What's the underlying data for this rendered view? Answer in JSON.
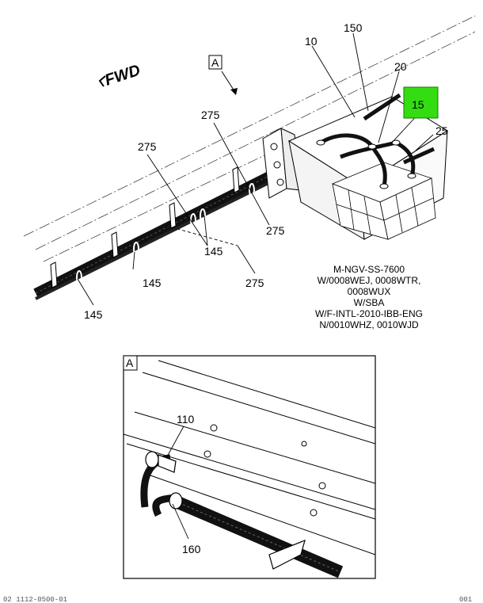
{
  "direction_label": "FWD",
  "view_label": "A",
  "detail_label": "A",
  "callouts": {
    "c10": "10",
    "c150": "150",
    "c20": "20",
    "c15": "15",
    "c25": "25",
    "c275_a": "275",
    "c275_b": "275",
    "c275_c": "275",
    "c275_d": "275",
    "c145_a": "145",
    "c145_b": "145",
    "c145_c": "145",
    "c110": "110",
    "c160": "160"
  },
  "highlight_color": "#33dd11",
  "applicability_lines": [
    "M-NGV-SS-7600",
    "W/0008WEJ, 0008WTR,",
    "0008WUX",
    "W/SBA",
    "W/F-INTL-2010-IBB-ENG",
    "N/0010WHZ, 0010WJD"
  ],
  "footer_left": "02 1112-0500-01",
  "footer_right": "001"
}
